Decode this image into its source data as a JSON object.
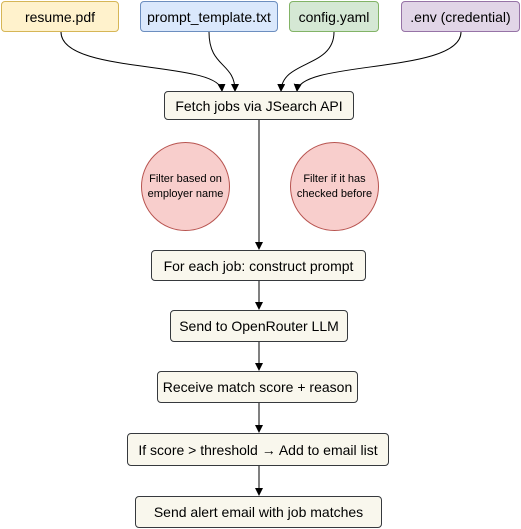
{
  "inputs": {
    "resume": "resume.pdf",
    "prompt_template": "prompt_template.txt",
    "config": "config.yaml",
    "env": ".env (credential)"
  },
  "steps": {
    "fetch": "Fetch jobs via JSearch API",
    "construct": "For each job: construct prompt",
    "send_llm": "Send to OpenRouter LLM",
    "receive": "Receive match score + reason",
    "threshold": "If score > threshold → Add to email list",
    "alert": "Send alert email with job matches"
  },
  "filters": {
    "employer": "Filter based on employer name",
    "checked": "Filter if it has checked before"
  },
  "colors": {
    "input_yellow": "#fff2cc",
    "input_blue": "#dae8fc",
    "input_green": "#d5e8d4",
    "input_purple": "#e1d5e7",
    "step_fill": "#f9f7ed",
    "filter_fill": "#f8cecc"
  }
}
